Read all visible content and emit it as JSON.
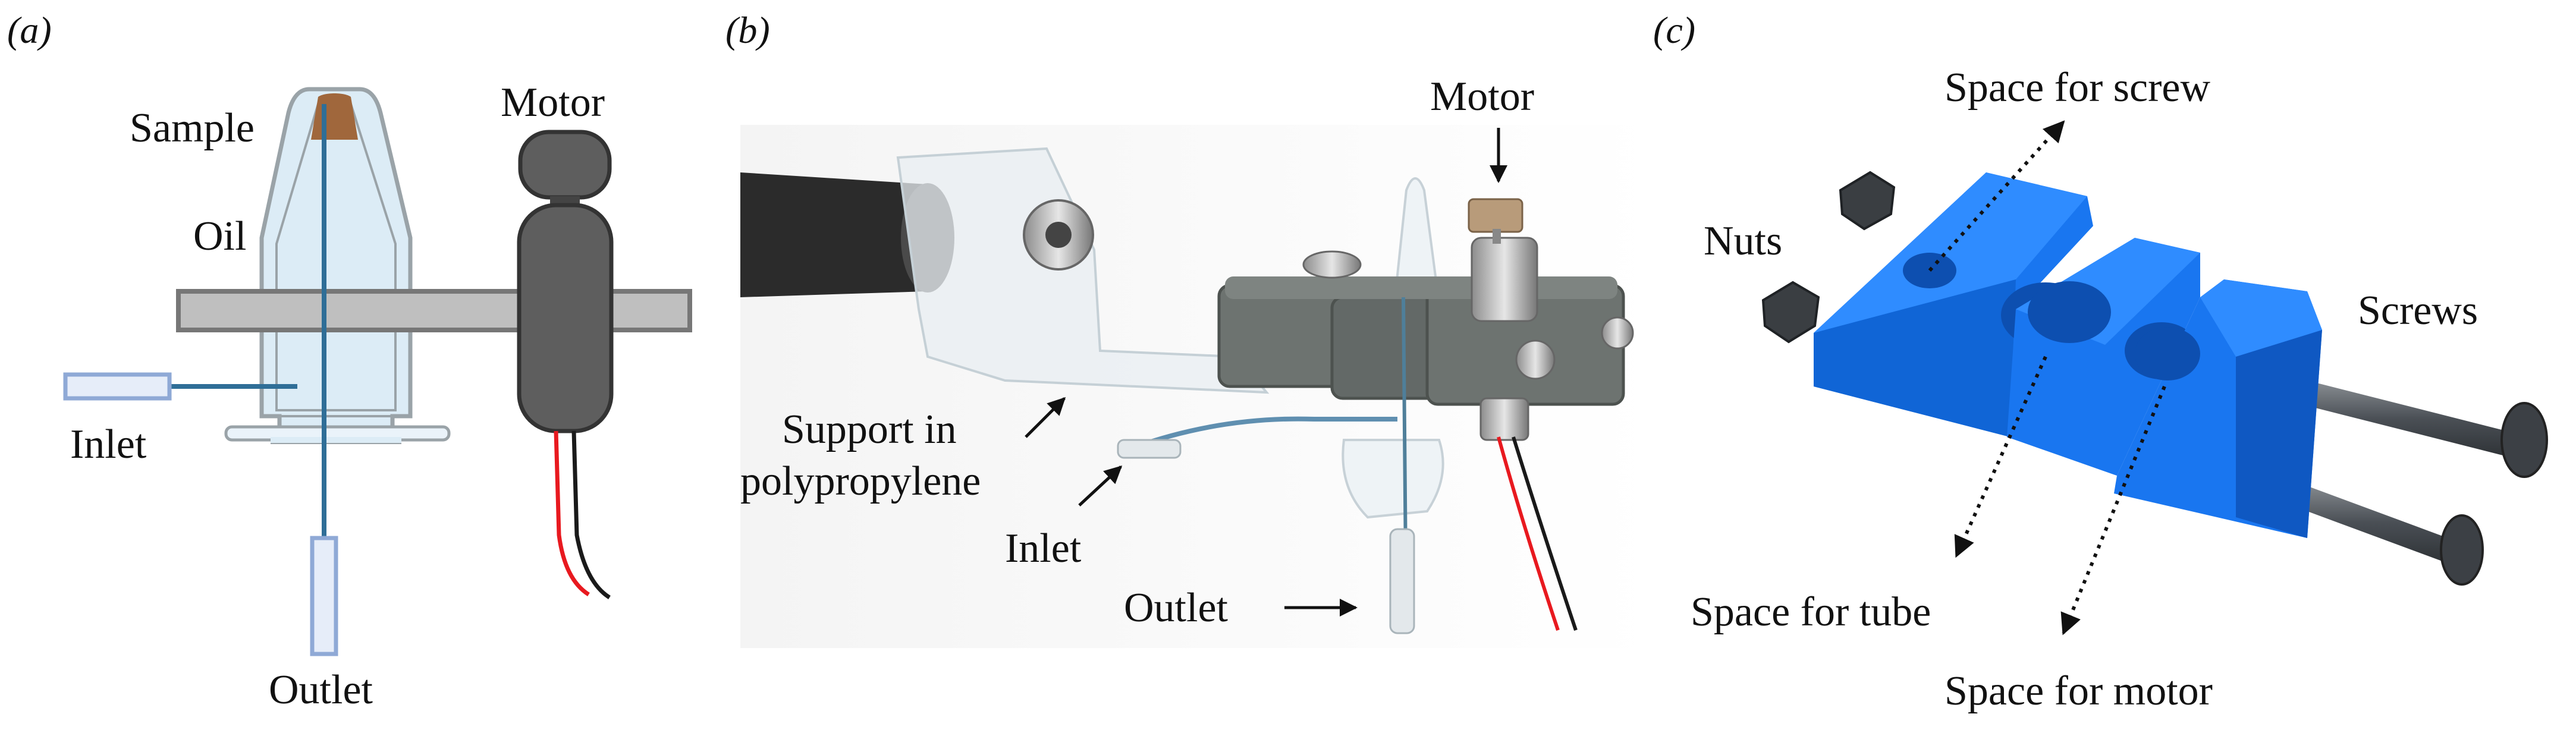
{
  "panels": {
    "a": {
      "label": "(a)",
      "sample": "Sample",
      "oil": "Oil",
      "motor": "Motor",
      "inlet": "Inlet",
      "outlet": "Outlet"
    },
    "b": {
      "label": "(b)",
      "motor": "Motor",
      "support_line1": "Support in",
      "support_line2": "polypropylene",
      "inlet": "Inlet",
      "outlet": "Outlet"
    },
    "c": {
      "label": "(c)",
      "space_for_screw": "Space for screw",
      "nuts": "Nuts",
      "screws": "Screws",
      "space_for_tube": "Space for tube",
      "space_for_motor": "Space for motor"
    }
  },
  "colors": {
    "tube_fill": "#dcecf6",
    "tube_stroke": "#9aa3a8",
    "sample_brown": "#a0673c",
    "needle_blue": "#2f6e97",
    "support_bar": "#bfbfbf",
    "motor_gray": "#5e5e5e",
    "inlet_box": "#8fa9d6",
    "wire_red": "#e8191f",
    "wire_black": "#1a1a1a",
    "block_blue": "#1976f0",
    "block_blue_top": "#2f8cff",
    "block_blue_side": "#0f58c2",
    "screw_gray": "#555a60",
    "printed_gray": "#6d7370"
  }
}
